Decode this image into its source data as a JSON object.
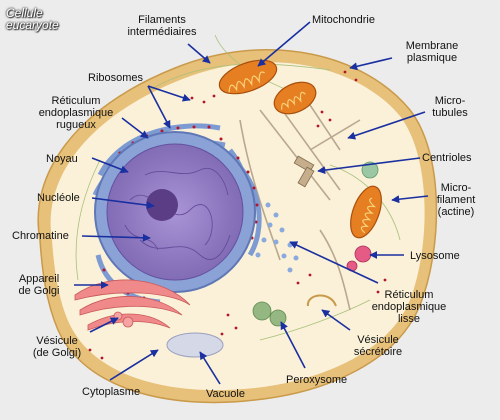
{
  "title": "Cellule\neucaryote",
  "labels": {
    "filaments": "Filaments\nintermédiaires",
    "mitochondrie": "Mitochondrie",
    "membrane": "Membrane\nplasmique",
    "ribosomes": "Ribosomes",
    "rer": "Réticulum\nendoplasmique\nrugueux",
    "microtubules": "Micro-\ntubules",
    "noyau": "Noyau",
    "centrioles": "Centrioles",
    "nucleole": "Nucléole",
    "microfilament": "Micro-\nfilament\n(actine)",
    "chromatine": "Chromatine",
    "lysosome": "Lysosome",
    "golgi": "Appareil\nde Golgi",
    "rel": "Réticulum\nendoplasmique\nlisse",
    "vesicule_golgi": "Vésicule\n(de Golgi)",
    "vesicule_secretoire": "Vésicule\nsécrétoire",
    "cytoplasme": "Cytoplasme",
    "vacuole": "Vacuole",
    "peroxysome": "Peroxysome"
  },
  "colors": {
    "background": "#ececec",
    "membrane": "#e7c07a",
    "cytoplasm": "#faf1d8",
    "nucleus": "#8f7cc0",
    "nucleolus": "#5b3d86",
    "er": "#7d9ad2",
    "mitochondria": "#e67e22",
    "golgi": "#f08a8a",
    "lysosome": "#e65a86",
    "peroxisome": "#95b883",
    "vacuole": "#d5d8e6",
    "arrow": "#1a2fa0"
  }
}
